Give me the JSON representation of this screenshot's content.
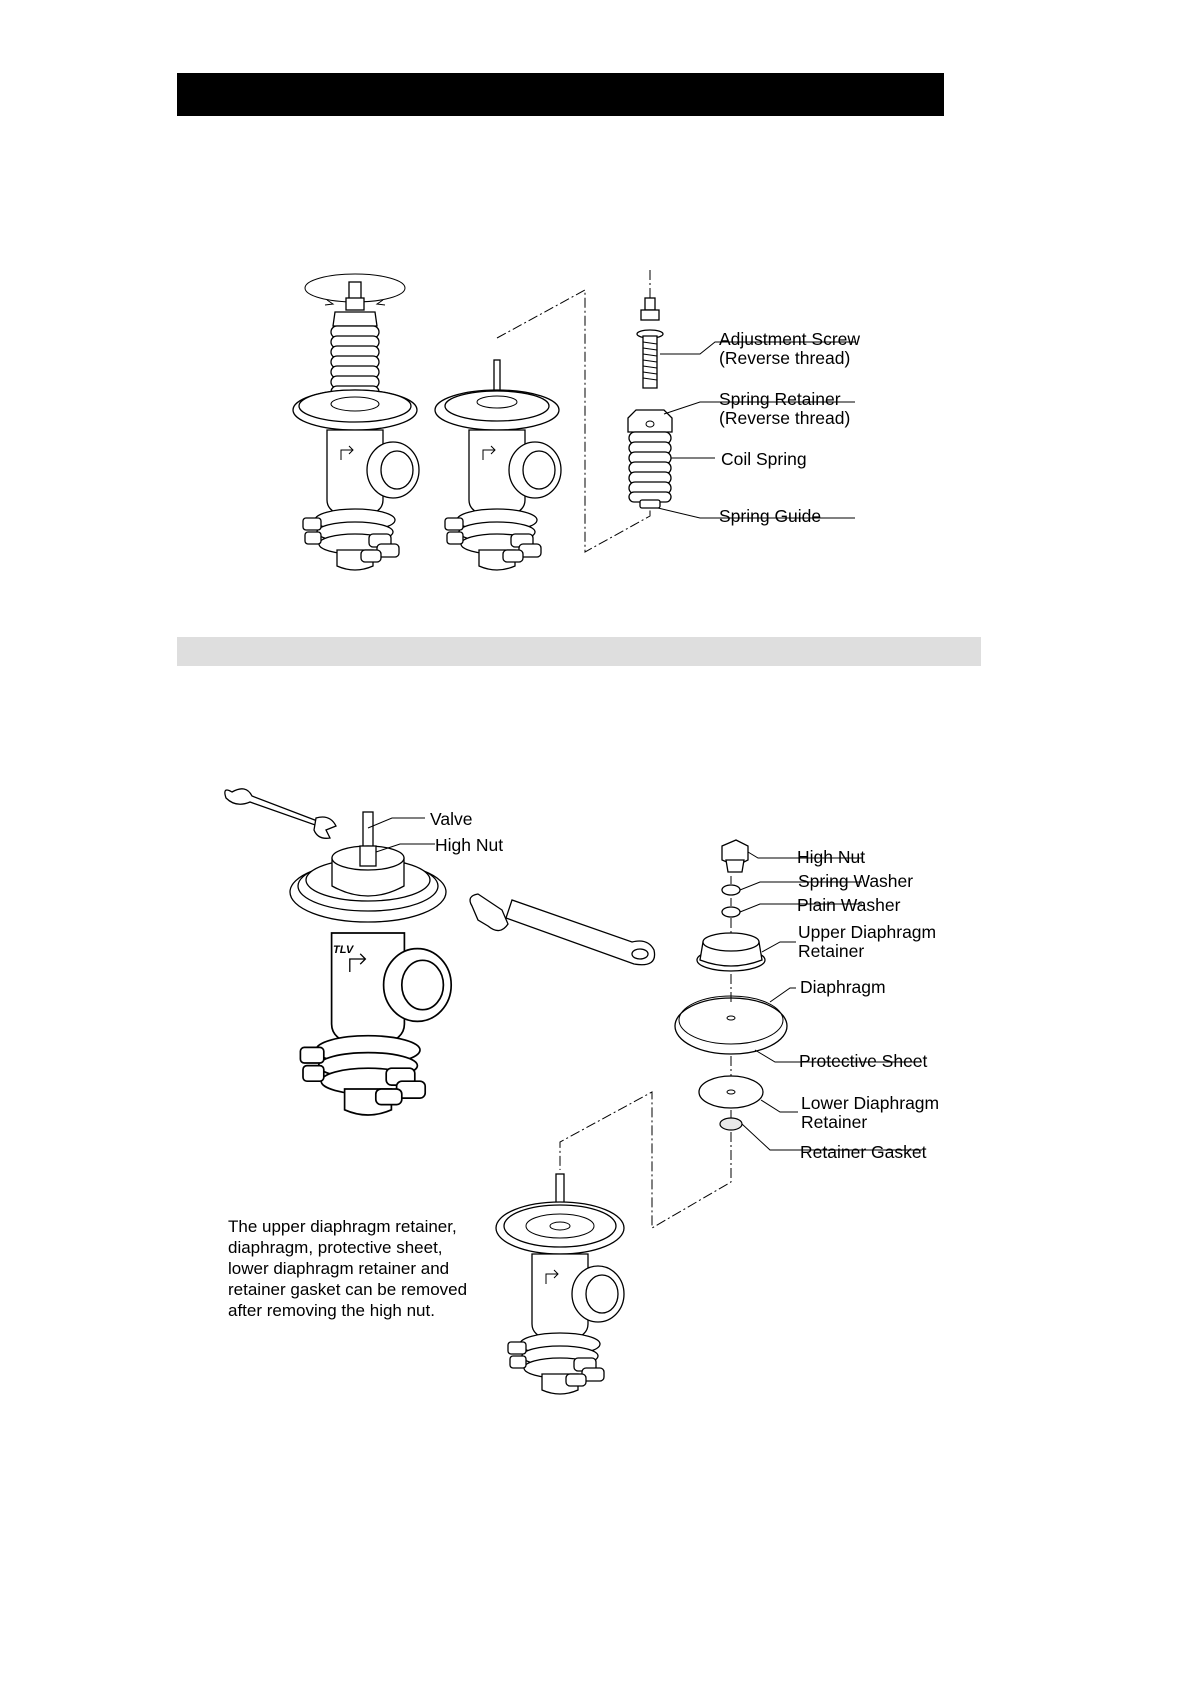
{
  "figure1": {
    "labels": {
      "adjustment_screw": "Adjustment Screw",
      "adjustment_screw_note": "(Reverse thread)",
      "spring_retainer": "Spring Retainer",
      "spring_retainer_note": "(Reverse thread)",
      "coil_spring": "Coil Spring",
      "spring_guide": "Spring Guide"
    }
  },
  "figure2": {
    "labels": {
      "valve": "Valve",
      "high_nut_left": "High Nut",
      "high_nut": "High Nut",
      "spring_washer": "Spring Washer",
      "plain_washer": "Plain Washer",
      "upper_diaphragm_retainer_1": "Upper Diaphragm",
      "upper_diaphragm_retainer_2": "Retainer",
      "diaphragm": "Diaphragm",
      "protective_sheet": "Protective Sheet",
      "lower_diaphragm_retainer_1": "Lower Diaphragm",
      "lower_diaphragm_retainer_2": "Retainer",
      "retainer_gasket": "Retainer Gasket"
    },
    "note_lines": [
      "The upper diaphragm retainer,",
      "diaphragm, protective sheet,",
      "lower diaphragm retainer and",
      "retainer gasket can be removed",
      "after removing the high nut."
    ],
    "body_mark": "TLV"
  }
}
